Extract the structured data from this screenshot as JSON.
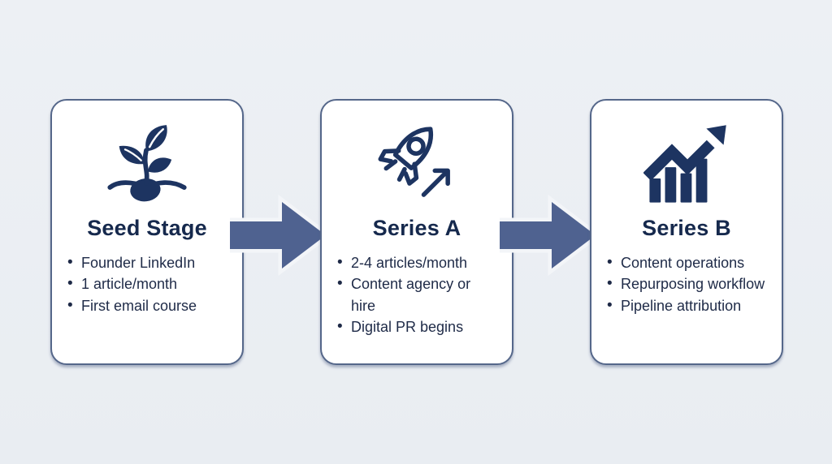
{
  "diagram": {
    "stages": [
      {
        "title": "Seed Stage",
        "icon": "seedling-icon",
        "bullets": [
          "Founder LinkedIn",
          "1 article/month",
          "First email course"
        ]
      },
      {
        "title": "Series A",
        "icon": "rocket-icon",
        "bullets": [
          "2-4 articles/month",
          "Content agency or hire",
          "Digital PR begins"
        ]
      },
      {
        "title": "Series B",
        "icon": "growth-chart-icon",
        "bullets": [
          "Content operations",
          "Repurposing workflow",
          "Pipeline attribution"
        ]
      }
    ],
    "colors": {
      "background": "#eceff3",
      "card_background": "#ffffff",
      "card_border": "#55678a",
      "icon_navy": "#1d3461",
      "text_navy": "#1e2a47",
      "arrow_fill": "#4f6290"
    }
  }
}
